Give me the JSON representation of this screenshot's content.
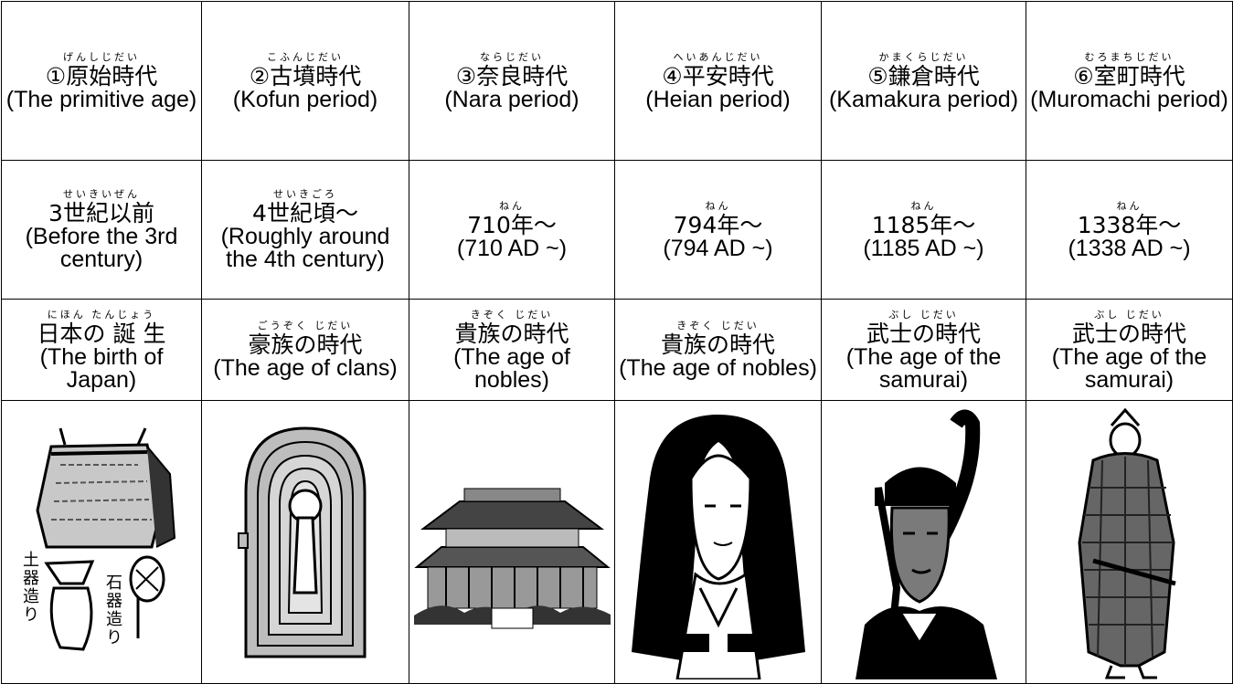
{
  "header_row": [
    {
      "ruby": "げんしじだい",
      "jp": "①原始時代",
      "en": "(The primitive age)"
    },
    {
      "ruby": "こふんじだい",
      "jp": "②古墳時代",
      "en": "(Kofun period)"
    },
    {
      "ruby": "ならじだい",
      "jp": "③奈良時代",
      "en": "(Nara period)"
    },
    {
      "ruby": "へいあんじだい",
      "jp": "④平安時代",
      "en": "(Heian period)"
    },
    {
      "ruby": "かまくらじだい",
      "jp": "⑤鎌倉時代",
      "en": "(Kamakura period)"
    },
    {
      "ruby": "むろまちじだい",
      "jp": "⑥室町時代",
      "en": "(Muromachi period)"
    }
  ],
  "date_row": [
    {
      "ruby": "せいきいぜん",
      "jp": "3世紀以前",
      "en": "(Before the 3rd century)"
    },
    {
      "ruby": "せいきごろ",
      "jp": "4世紀頃～",
      "en": "(Roughly around the 4th century)"
    },
    {
      "ruby": "ねん",
      "jp": "710年～",
      "en": "(710 AD ~)"
    },
    {
      "ruby": "ねん",
      "jp": "794年～",
      "en": "(794 AD ~)"
    },
    {
      "ruby": "ねん",
      "jp": "1185年～",
      "en": "(1185 AD ~)"
    },
    {
      "ruby": "ねん",
      "jp": "1338年～",
      "en": "(1338 AD ~)"
    }
  ],
  "era_row": [
    {
      "ruby": "にほん たんじょう",
      "jp": "日本の 誕 生",
      "en": "(The birth of Japan)"
    },
    {
      "ruby": "ごうぞく じだい",
      "jp": "豪族の時代",
      "en": "(The age of clans)"
    },
    {
      "ruby": "きぞく じだい",
      "jp": "貴族の時代",
      "en": "(The age of nobles)"
    },
    {
      "ruby": "きぞく じだい",
      "jp": "貴族の時代",
      "en": "(The age of nobles)"
    },
    {
      "ruby": "ぶし じだい",
      "jp": "武士の時代",
      "en": "(The age of the samurai)"
    },
    {
      "ruby": "ぶし じだい",
      "jp": "武士の時代",
      "en": "(The age of the samurai)"
    }
  ],
  "image_row": {
    "primitive_labels": {
      "pottery": "土器造り",
      "stone_tools": "石器造り"
    },
    "icons": [
      "primitive-tools-icon",
      "keyhole-tomb-icon",
      "nara-temple-icon",
      "heian-noblewoman-icon",
      "kamakura-noble-icon",
      "muromachi-samurai-icon"
    ]
  }
}
